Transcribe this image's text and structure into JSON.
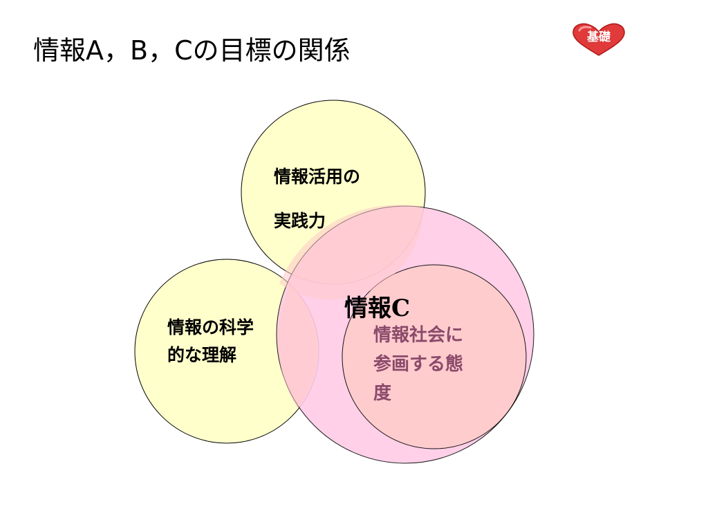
{
  "slide": {
    "title": "情報A，B，Cの目標の関係",
    "badge": {
      "label": "基礎",
      "icon": "heart-icon",
      "color": "#e03a3a"
    }
  },
  "diagram": {
    "circles": [
      {
        "id": "practical",
        "lines": [
          "情報活用の",
          "実践力"
        ],
        "fill": "#ffffcc"
      },
      {
        "id": "scientific",
        "lines": [
          "情報の科学",
          "的な理解"
        ],
        "fill": "#ffffcc"
      },
      {
        "id": "joho-c",
        "label": "情報C",
        "fill": "#ffcce6"
      },
      {
        "id": "attitude",
        "lines": [
          "情報社会に",
          "参画する態",
          "度"
        ],
        "fill": "#ffcccc",
        "text_color": "#8a4a6a"
      }
    ]
  }
}
